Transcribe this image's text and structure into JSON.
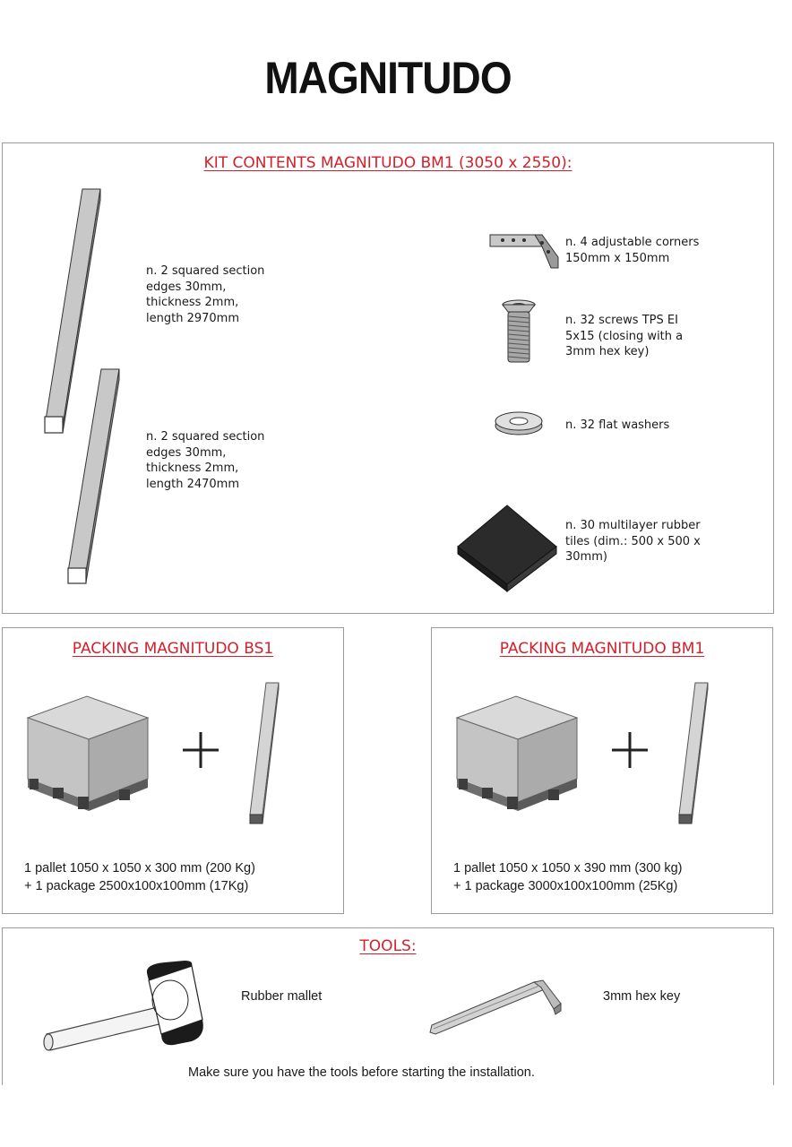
{
  "brand": "MAGNITUDO",
  "kit": {
    "title": "KIT CONTENTS MAGNITUDO BM1 (3050 x 2550):",
    "items": [
      {
        "icon": "long-bar-icon",
        "text": "n. 2 squared section\nedges 30mm,\nthickness 2mm,\nlength 2970mm"
      },
      {
        "icon": "short-bar-icon",
        "text": "n. 2 squared section\nedges 30mm,\nthickness 2mm,\nlength 2470mm"
      },
      {
        "icon": "corner-bracket-icon",
        "text": "n. 4 adjustable corners\n150mm x 150mm"
      },
      {
        "icon": "screw-icon",
        "text": "n. 32 screws TPS EI\n5x15 (closing with a\n3mm hex key)"
      },
      {
        "icon": "washer-icon",
        "text": "n. 32 flat washers"
      },
      {
        "icon": "rubber-tile-icon",
        "text": "n. 30 multilayer rubber\ntiles (dim.: 500 x 500 x\n30mm)"
      }
    ]
  },
  "packing_bs1": {
    "title": "PACKING MAGNITUDO BS1",
    "line1": "1 pallet 1050 x 1050 x 300 mm (200 Kg)",
    "line2": "+ 1 package 2500x100x100mm (17Kg)"
  },
  "packing_bm1": {
    "title": "PACKING MAGNITUDO BM1",
    "line1": "1 pallet 1050 x 1050 x 390 mm (300 kg)",
    "line2": "+ 1 package 3000x100x100mm (25Kg)"
  },
  "tools": {
    "title": "TOOLS:",
    "mallet": "Rubber mallet",
    "hexkey": "3mm hex key",
    "note": "Make sure you have the tools before starting the installation."
  },
  "colors": {
    "accent": "#d4202b",
    "border": "#9a9a9a",
    "metal_light": "#e2e2e2",
    "metal_mid": "#bdbdbd",
    "metal_dark": "#7a7a7a",
    "rubber": "#2b2b2b"
  }
}
